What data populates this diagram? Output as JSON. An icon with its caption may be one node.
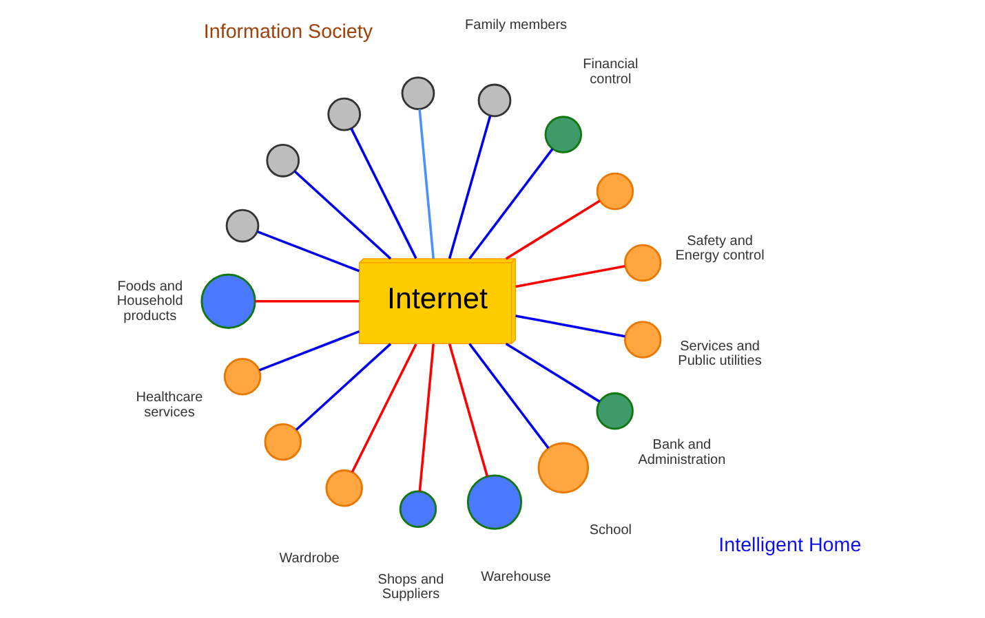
{
  "diagram": {
    "nodes": [
      {
        "text": [
          "Internet"
        ]
      },
      {
        "text": [],
        "shape": "circle",
        "beside": [
          "Safety and Energy control"
        ]
      },
      {
        "text": [],
        "shape": "circle"
      },
      {
        "text": [],
        "shape": "circle",
        "beside": [
          "Financial control"
        ]
      },
      {
        "text": [],
        "shape": "circle",
        "beside": [
          "Family members"
        ]
      },
      {
        "text": [],
        "shape": "circle"
      },
      {
        "text": [],
        "shape": "circle"
      },
      {
        "text": [],
        "shape": "circle"
      },
      {
        "text": [],
        "shape": "circle"
      },
      {
        "text": [],
        "shape": "circle",
        "beside": [
          "Foods and Household products"
        ]
      },
      {
        "text": [],
        "shape": "circle",
        "beside": [
          "Healthcare services"
        ]
      },
      {
        "text": [],
        "shape": "circle"
      },
      {
        "text": [],
        "shape": "circle",
        "beside": [
          "Wardrobe"
        ]
      },
      {
        "text": [],
        "shape": "circle",
        "beside": [
          "Shops and Suppliers"
        ]
      },
      {
        "text": [],
        "shape": "circle",
        "beside": [
          "Warehouse"
        ]
      },
      {
        "text": [],
        "shape": "circle",
        "beside": [
          "School"
        ]
      },
      {
        "text": [],
        "shape": "circle",
        "beside": [
          "Bank and Administration"
        ]
      },
      {
        "text": [],
        "shape": "circle",
        "beside": [
          "Services and Public utilities"
        ]
      }
    ],
    "edges": [
      {
        "from": 0,
        "to": 1,
        "arrow": "none",
        "color": "#ff0000"
      },
      {
        "from": 0,
        "to": 2,
        "arrow": "none",
        "color": "#ff0000"
      },
      {
        "from": 0,
        "to": 3,
        "arrow": "none"
      },
      {
        "from": 0,
        "to": 4,
        "arrow": "none"
      },
      {
        "from": 0,
        "to": 5,
        "arrow": "none",
        "color": "#4a90ff"
      },
      {
        "from": 0,
        "to": 6,
        "arrow": "none"
      },
      {
        "from": 0,
        "to": 7,
        "arrow": "none"
      },
      {
        "from": 0,
        "to": 8,
        "arrow": "none"
      },
      {
        "from": 0,
        "to": 9,
        "arrow": "none",
        "color": "#ff0000"
      },
      {
        "from": 0,
        "to": 10,
        "arrow": "none"
      },
      {
        "from": 0,
        "to": 11,
        "arrow": "none"
      },
      {
        "from": 0,
        "to": 12,
        "arrow": "none",
        "color": "#ff0000"
      },
      {
        "from": 0,
        "to": 13,
        "arrow": "none",
        "color": "#ff0000"
      },
      {
        "from": 0,
        "to": 14,
        "arrow": "none",
        "color": "#ff0000"
      },
      {
        "from": 0,
        "to": 15,
        "arrow": "none"
      },
      {
        "from": 0,
        "to": 16,
        "arrow": "none"
      },
      {
        "from": 0,
        "to": 17,
        "arrow": "none"
      }
    ],
    "labels": [
      "Information Society",
      "Intelligent Home"
    ]
  }
}
